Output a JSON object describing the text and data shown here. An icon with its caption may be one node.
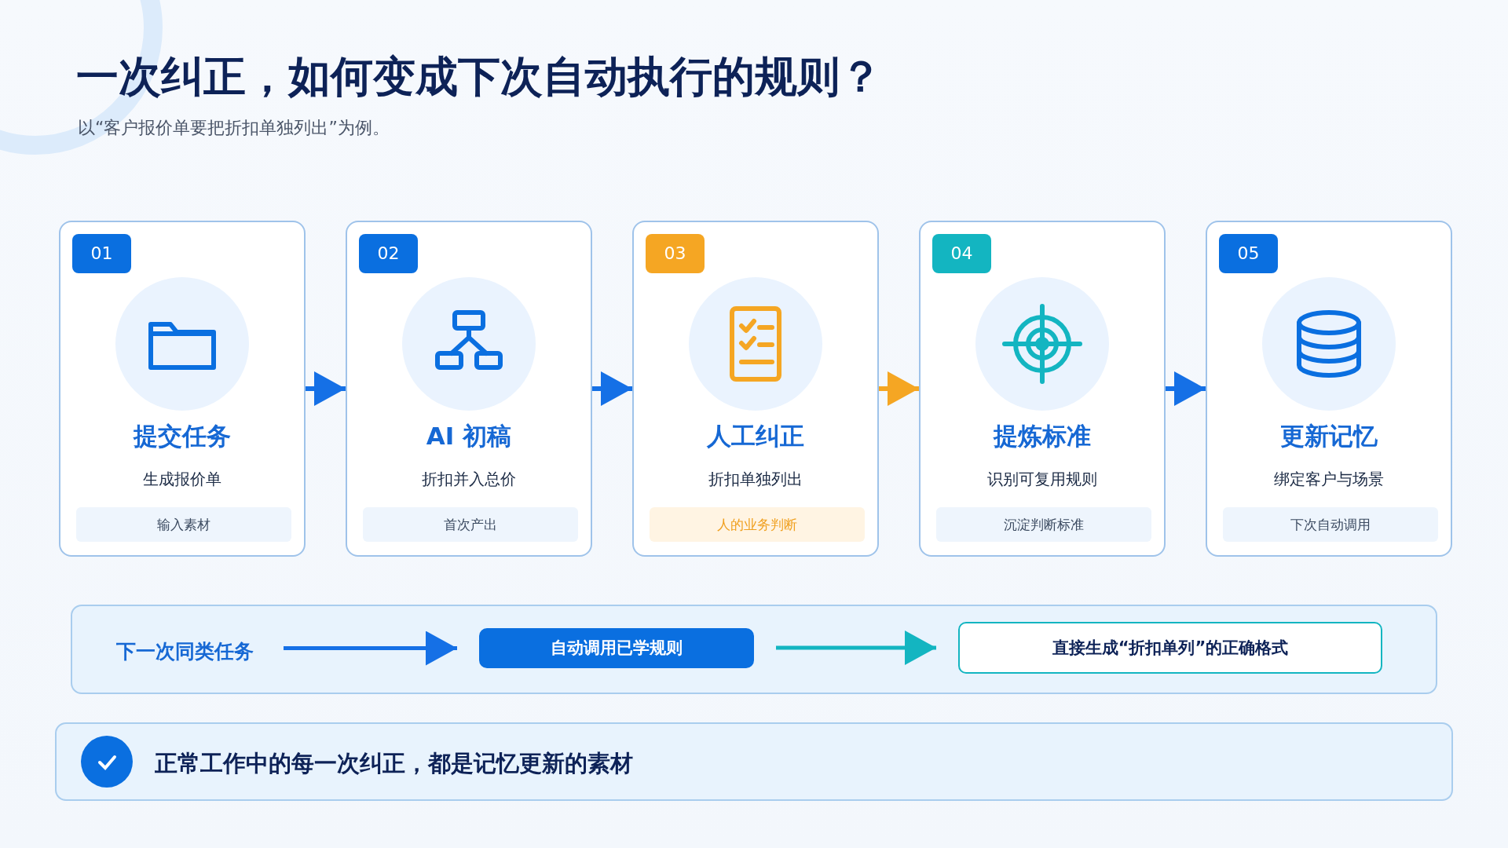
{
  "diagram": {
    "title": "一次纠正，如何变成下次自动执行的规则？",
    "nodes": [
      {
        "text": [
          "01",
          "提交任务",
          "生成报价单",
          "输入素材"
        ]
      },
      {
        "text": [
          "02",
          "AI 初稿",
          "折扣并入总价",
          "首次产出"
        ]
      },
      {
        "text": [
          "03",
          "人工纠正",
          "折扣单独列出",
          "人的业务判断"
        ]
      },
      {
        "text": [
          "04",
          "提炼标准",
          "识别可复用规则",
          "沉淀判断标准"
        ]
      },
      {
        "text": [
          "05",
          "更新记忆",
          "绑定客户与场景",
          "下次自动调用"
        ]
      },
      {
        "text": [],
        "shape": "box"
      },
      {
        "text": [
          "下一次同类任务"
        ],
        "in": 5
      },
      {
        "text": [
          "自动调用已学规则"
        ],
        "in": 5
      },
      {
        "text": [
          "直接生成“折扣单列”的正确格式"
        ],
        "in": 5
      },
      {
        "text": [
          "正常工作中的每一次纠正，都是记忆更新的素材"
        ]
      }
    ],
    "edges": [
      {
        "from": 0,
        "to": 1,
        "arrow": "to"
      },
      {
        "from": 1,
        "to": 2,
        "arrow": "to"
      },
      {
        "from": 2,
        "to": 3,
        "arrow": "to",
        "color": "#f5a623"
      },
      {
        "from": 3,
        "to": 4,
        "arrow": "to"
      },
      {
        "from": 6,
        "to": 7,
        "arrow": "to"
      },
      {
        "from": 7,
        "to": 8,
        "arrow": "to",
        "color": "#13b5c1"
      }
    ],
    "labels": [
      "以“客户报价单要把折扣单独列出”为例。"
    ]
  }
}
